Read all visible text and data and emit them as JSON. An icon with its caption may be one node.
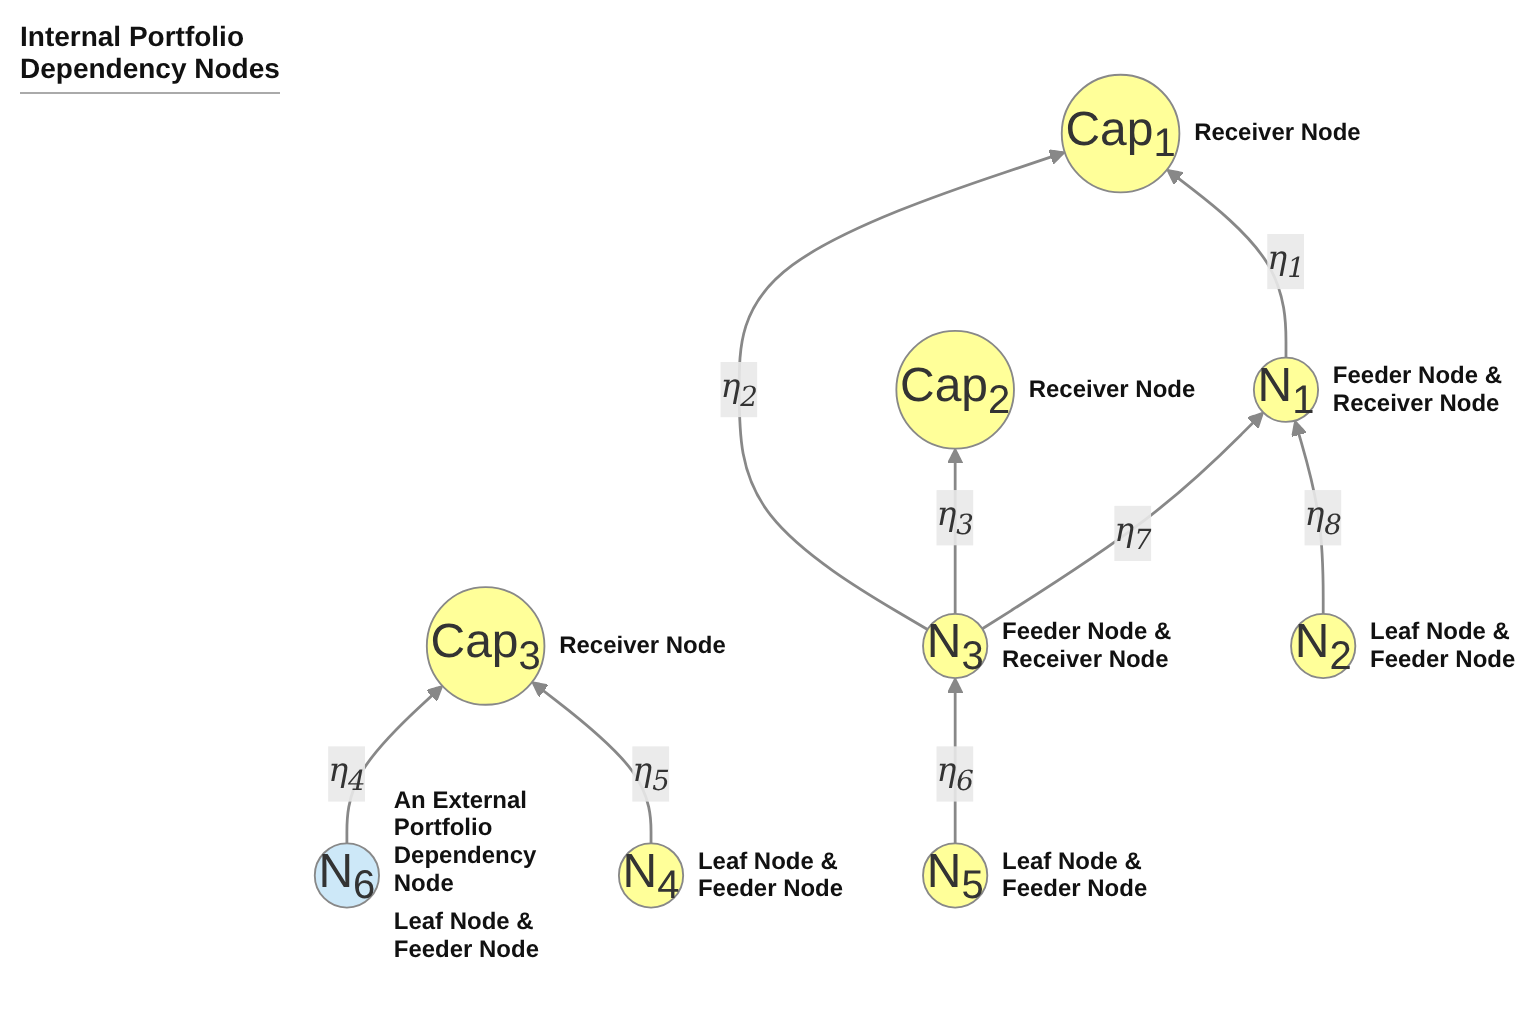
{
  "diagram": {
    "nodes": [
      {
        "text": [
          "N$_{6}$"
        ],
        "beside": [
          "An External Portfolio Dependency Node",
          "Leaf Node & Feeder Node"
        ]
      },
      {
        "text": [
          "Cap$_{2}$"
        ],
        "beside": [
          "Receiver Node"
        ]
      },
      {
        "text": [
          "Cap$_{1}$"
        ],
        "beside": [
          "Receiver Node"
        ]
      },
      {
        "text": [
          "Cap$_{3}$"
        ],
        "beside": [
          "Receiver Node"
        ]
      },
      {
        "text": [
          "N$_{1}$"
        ],
        "beside": [
          "Feeder Node & Receiver Node"
        ]
      },
      {
        "text": [
          "N$_{3}$"
        ],
        "beside": [
          "Feeder Node & Receiver Node"
        ]
      },
      {
        "text": [
          "N$_{4}$"
        ],
        "beside": [
          "Leaf Node & Feeder Node"
        ]
      },
      {
        "text": [
          "N$_{5}$"
        ],
        "beside": [
          "Leaf Node & Feeder Node"
        ]
      },
      {
        "text": [
          "N$_{2}$"
        ],
        "beside": [
          "Leaf Node & Feeder Node"
        ]
      }
    ],
    "edges": [
      {
        "from": 4,
        "to": 2,
        "arrow": "to",
        "label": "η$_{1}$"
      },
      {
        "from": 5,
        "to": 2,
        "arrow": "to",
        "label": "η$_{2}$"
      },
      {
        "from": 5,
        "to": 1,
        "arrow": "to",
        "label": "η$_{3}$"
      },
      {
        "from": 0,
        "to": 3,
        "arrow": "to",
        "label": "η$_{4}$"
      },
      {
        "from": 6,
        "to": 3,
        "arrow": "to",
        "label": "η$_{5}$"
      },
      {
        "from": 7,
        "to": 5,
        "arrow": "to",
        "label": "η$_{6}$"
      },
      {
        "from": 5,
        "to": 4,
        "arrow": "to",
        "label": "η$_{7}$"
      },
      {
        "from": 8,
        "to": 4,
        "arrow": "to",
        "label": "η$_{8}$"
      }
    ],
    "labels": [
      "Internal Portfolio Dependency Nodes"
    ]
  }
}
